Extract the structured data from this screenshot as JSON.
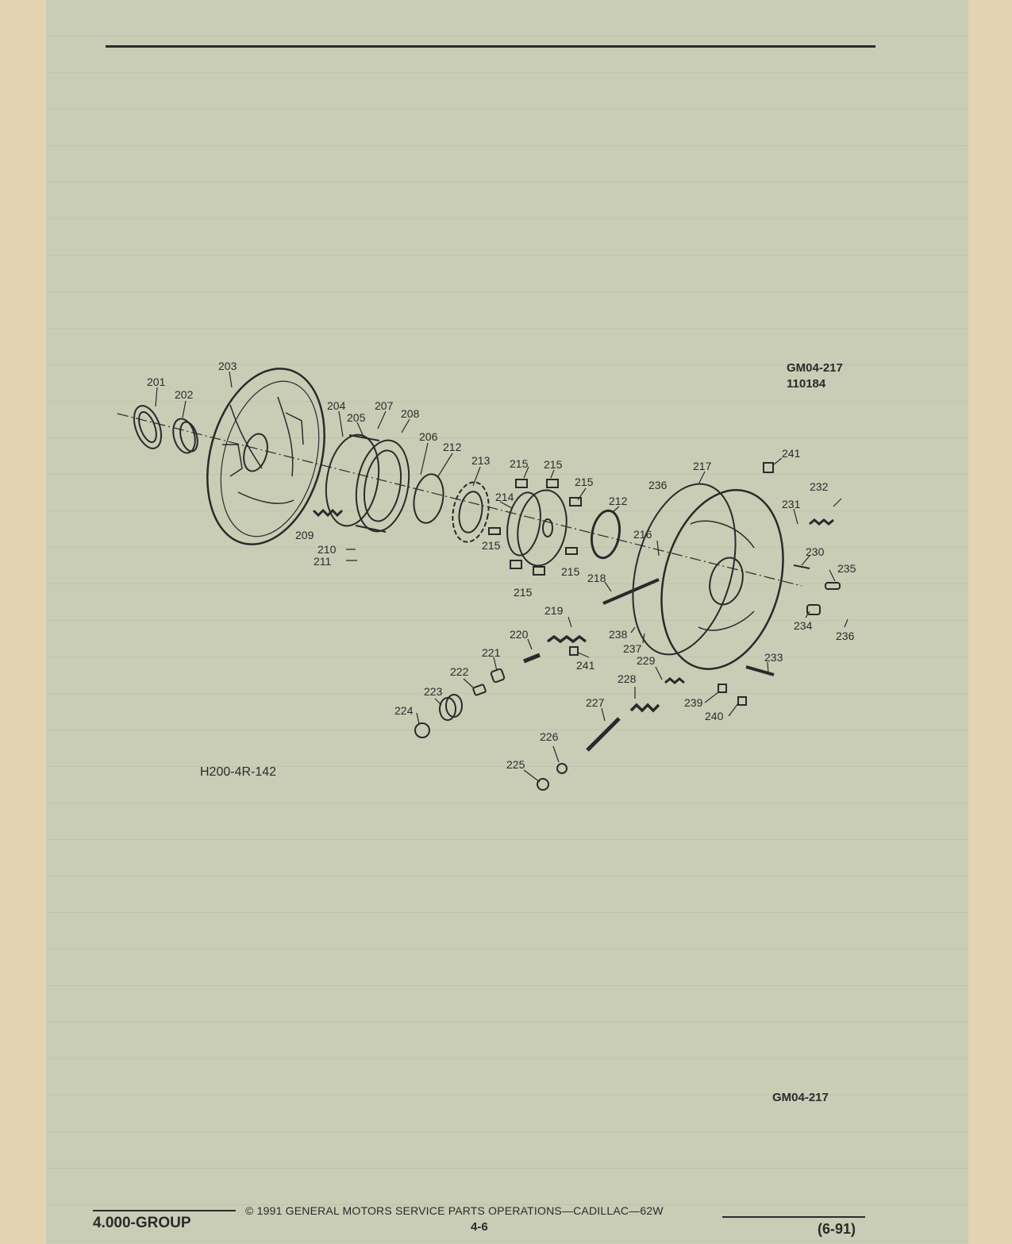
{
  "figure": {
    "code": "GM04-217",
    "number": "110184",
    "view_code": "H200-4R-142",
    "bottom_code": "GM04-217"
  },
  "callouts": [
    {
      "id": "c201",
      "label": "201"
    },
    {
      "id": "c202",
      "label": "202"
    },
    {
      "id": "c203",
      "label": "203"
    },
    {
      "id": "c204",
      "label": "204"
    },
    {
      "id": "c205",
      "label": "205"
    },
    {
      "id": "c206",
      "label": "206"
    },
    {
      "id": "c207",
      "label": "207"
    },
    {
      "id": "c208",
      "label": "208"
    },
    {
      "id": "c209",
      "label": "209"
    },
    {
      "id": "c210",
      "label": "210"
    },
    {
      "id": "c211",
      "label": "211"
    },
    {
      "id": "c212a",
      "label": "212"
    },
    {
      "id": "c212b",
      "label": "212"
    },
    {
      "id": "c213",
      "label": "213"
    },
    {
      "id": "c214",
      "label": "214"
    },
    {
      "id": "c215a",
      "label": "215"
    },
    {
      "id": "c215b",
      "label": "215"
    },
    {
      "id": "c215c",
      "label": "215"
    },
    {
      "id": "c215d",
      "label": "215"
    },
    {
      "id": "c215e",
      "label": "215"
    },
    {
      "id": "c215f",
      "label": "215"
    },
    {
      "id": "c216",
      "label": "216"
    },
    {
      "id": "c217",
      "label": "217"
    },
    {
      "id": "c218",
      "label": "218"
    },
    {
      "id": "c219",
      "label": "219"
    },
    {
      "id": "c220",
      "label": "220"
    },
    {
      "id": "c221",
      "label": "221"
    },
    {
      "id": "c222",
      "label": "222"
    },
    {
      "id": "c223",
      "label": "223"
    },
    {
      "id": "c224",
      "label": "224"
    },
    {
      "id": "c225",
      "label": "225"
    },
    {
      "id": "c226",
      "label": "226"
    },
    {
      "id": "c227",
      "label": "227"
    },
    {
      "id": "c228",
      "label": "228"
    },
    {
      "id": "c229",
      "label": "229"
    },
    {
      "id": "c230",
      "label": "230"
    },
    {
      "id": "c231",
      "label": "231"
    },
    {
      "id": "c232",
      "label": "232"
    },
    {
      "id": "c233",
      "label": "233"
    },
    {
      "id": "c234",
      "label": "234"
    },
    {
      "id": "c235",
      "label": "235"
    },
    {
      "id": "c236a",
      "label": "236"
    },
    {
      "id": "c236b",
      "label": "236"
    },
    {
      "id": "c237",
      "label": "237"
    },
    {
      "id": "c238",
      "label": "238"
    },
    {
      "id": "c239",
      "label": "239"
    },
    {
      "id": "c240",
      "label": "240"
    },
    {
      "id": "c241a",
      "label": "241"
    },
    {
      "id": "c241b",
      "label": "241"
    }
  ],
  "footer": {
    "group": "4.000-GROUP",
    "copyright": "© 1991  GENERAL MOTORS SERVICE PARTS OPERATIONS—CADILLAC—62W",
    "page": "4-6",
    "date": "(6-91)"
  }
}
